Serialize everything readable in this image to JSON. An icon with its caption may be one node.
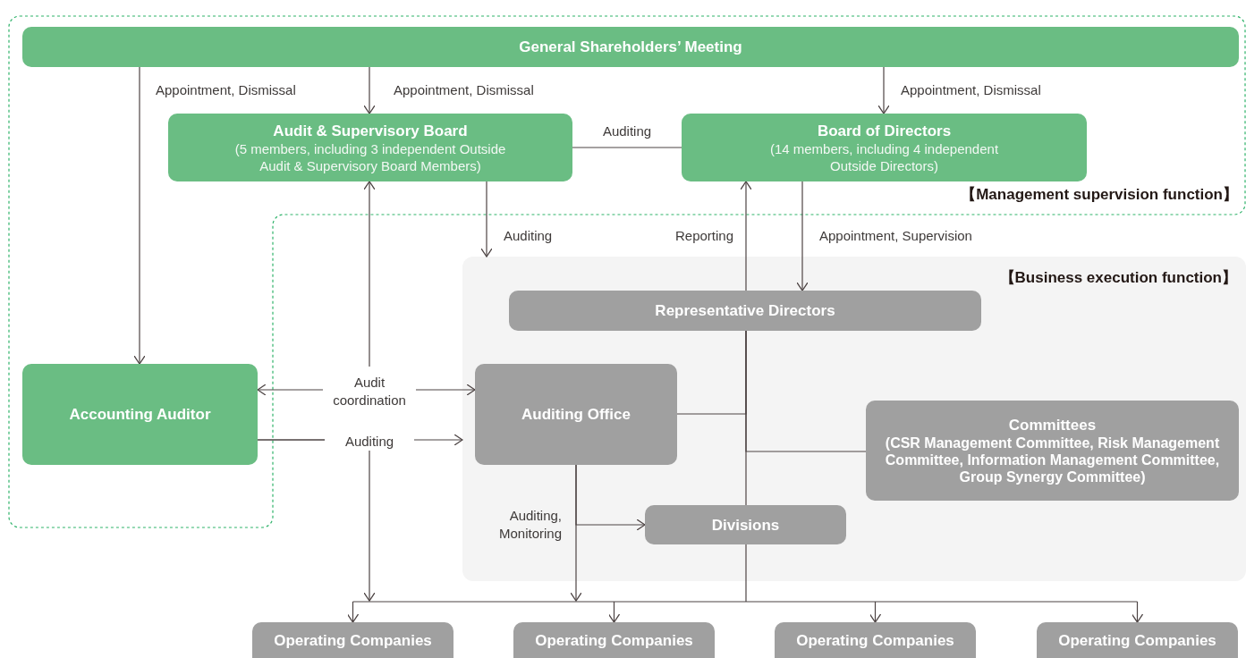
{
  "diagram": {
    "nodes": [
      {
        "text": [
          "【Management supervision function】"
        ]
      },
      {
        "text": [
          "General Shareholders’ Meeting"
        ],
        "in": 0
      },
      {
        "text": [
          "Audit & Supervisory Board",
          "(5 members, including 3 independent Outside Audit & Supervisory Board Members)"
        ],
        "in": 0
      },
      {
        "text": [
          "Board of Directors",
          "(14 members, including 4 independent Outside Directors)"
        ],
        "in": 0
      },
      {
        "text": [
          "【Business execution function】"
        ]
      },
      {
        "text": [
          "Representative Directors"
        ],
        "in": 4
      },
      {
        "text": [
          "Accounting Auditor"
        ],
        "in": 0
      },
      {
        "text": [
          "Auditing Office"
        ],
        "in": 4
      },
      {
        "text": [
          "Committees",
          "(CSR Management Committee, Risk Management Committee, Information Management Committee, Group Synergy Committee)"
        ],
        "in": 4
      },
      {
        "text": [
          "Divisions"
        ],
        "in": 4
      },
      {
        "text": [
          "Operating Companies"
        ]
      },
      {
        "text": [
          "Operating Companies"
        ]
      },
      {
        "text": [
          "Operating Companies"
        ]
      },
      {
        "text": [
          "Operating Companies"
        ]
      }
    ],
    "edges": [
      {
        "from": 1,
        "to": 2,
        "arrow": "to",
        "label": "Appointment, Dismissal"
      },
      {
        "from": 1,
        "to": 6,
        "arrow": "to",
        "label": "Appointment, Dismissal"
      },
      {
        "from": 1,
        "to": 3,
        "arrow": "to",
        "label": "Appointment, Dismissal"
      },
      {
        "from": 2,
        "to": 3,
        "arrow": "none",
        "label": "Auditing"
      },
      {
        "from": 2,
        "to": 4,
        "arrow": "to",
        "label": "Auditing"
      },
      {
        "from": 5,
        "to": 3,
        "arrow": "to",
        "label": "Reporting"
      },
      {
        "from": 3,
        "to": 5,
        "arrow": "to",
        "label": "Appointment, Supervision"
      },
      {
        "from": 6,
        "to": 7,
        "arrow": "both",
        "label": "Audit coordination"
      },
      {
        "from": null,
        "to": 2,
        "arrow": "to"
      },
      {
        "from": 6,
        "to": 4,
        "arrow": "to",
        "label": "Auditing"
      },
      {
        "from": 5,
        "to": 7,
        "arrow": "none"
      },
      {
        "from": 5,
        "to": 8,
        "arrow": "none"
      },
      {
        "from": 5,
        "to": 9,
        "arrow": "none"
      },
      {
        "from": 7,
        "to": 9,
        "arrow": "to",
        "label": "Auditing, Monitoring"
      },
      {
        "from": 6,
        "to": 10,
        "arrow": "to"
      },
      {
        "from": 6,
        "to": 11,
        "arrow": "to"
      },
      {
        "from": 6,
        "to": 12,
        "arrow": "to"
      },
      {
        "from": 6,
        "to": 13,
        "arrow": "to"
      },
      {
        "from": 7,
        "to": 10,
        "arrow": "to"
      },
      {
        "from": 7,
        "to": 11,
        "arrow": "to"
      },
      {
        "from": 7,
        "to": 12,
        "arrow": "to"
      },
      {
        "from": 7,
        "to": 13,
        "arrow": "to"
      },
      {
        "from": 9,
        "to": 10,
        "arrow": "to"
      },
      {
        "from": 9,
        "to": 11,
        "arrow": "to"
      },
      {
        "from": 9,
        "to": 12,
        "arrow": "to"
      },
      {
        "from": 9,
        "to": 13,
        "arrow": "to"
      }
    ]
  }
}
